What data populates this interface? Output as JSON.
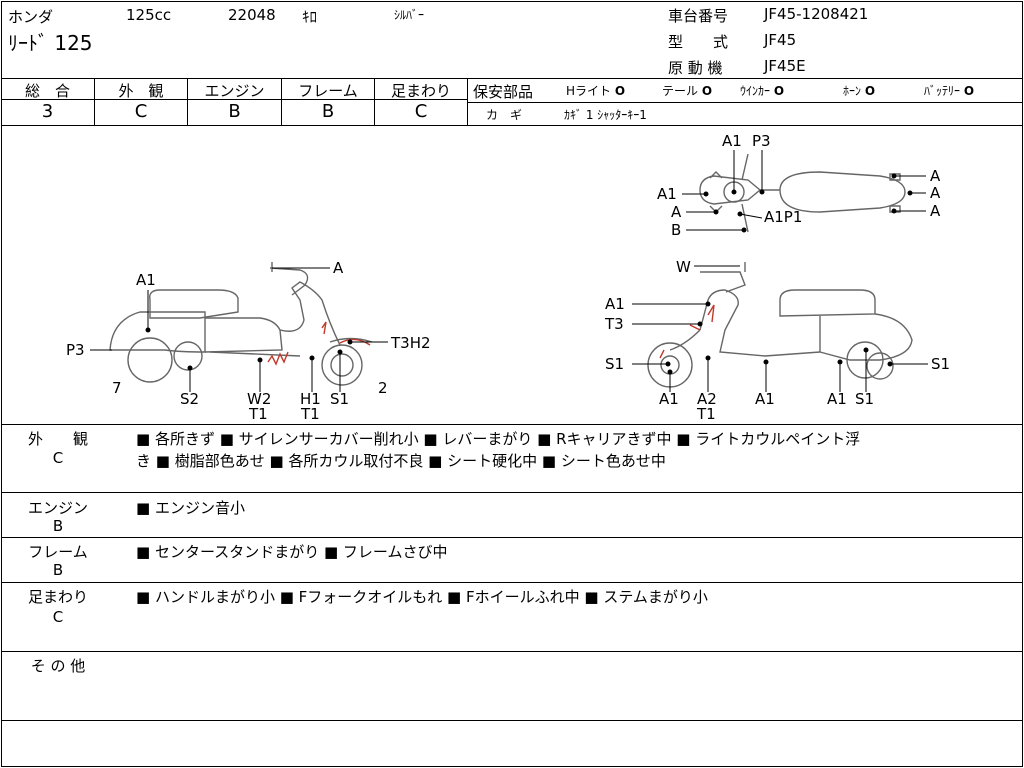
{
  "header": {
    "maker": "ホンダ",
    "displacement": "125cc",
    "mileage": "22048",
    "mileage_unit": "ｷﾛ",
    "color": "ｼﾙﾊﾞｰ",
    "model_name": "ﾘｰﾄﾞ 125",
    "frame_no_label": "車台番号",
    "frame_no": "JF45-1208421",
    "type_label": "型　　式",
    "type_value": "JF45",
    "engine_label": "原 動 機",
    "engine_value": "JF45E"
  },
  "scores": [
    {
      "label": "総　合",
      "value": "3"
    },
    {
      "label": "外　観",
      "value": "C"
    },
    {
      "label": "エンジン",
      "value": "B"
    },
    {
      "label": "フレーム",
      "value": "B"
    },
    {
      "label": "足まわり",
      "value": "C"
    }
  ],
  "safety": {
    "label": "保安部品",
    "items": [
      {
        "name": "Hライト",
        "mark": "O"
      },
      {
        "name": "テール",
        "mark": "O"
      },
      {
        "name": "ｳｲﾝｶｰ",
        "mark": "O"
      },
      {
        "name": "ﾎｰﾝ",
        "mark": "O"
      },
      {
        "name": "ﾊﾞｯﾃﾘｰ",
        "mark": "O"
      }
    ],
    "key_label": "カ　ギ",
    "key_value": "ｶｷﾞ 1 ｼｬｯﾀｰｷｰ1"
  },
  "diagram": {
    "left": {
      "labels": [
        "A",
        "A1",
        "P3",
        "7",
        "S2",
        "W2",
        "T1",
        "H1",
        "T1",
        "S1",
        "2",
        "T3H2"
      ]
    },
    "right": {
      "labels": [
        "W",
        "A1",
        "T3",
        "S1",
        "A1",
        "A2",
        "T1",
        "A1",
        "A1",
        "S1",
        "S1"
      ]
    },
    "top": {
      "labels": [
        "A1",
        "P3",
        "A1",
        "A",
        "B",
        "A1P1",
        "A",
        "A",
        "A"
      ]
    }
  },
  "remarks": [
    {
      "category": "外　　観",
      "grade": "C",
      "line1": "■ 各所きず ■ サイレンサーカバー削れ小 ■ レバーまがり ■ Rキャリアきず中 ■ ライトカウルペイント浮",
      "line2": "き ■ 樹脂部色あせ ■ 各所カウル取付不良 ■ シート硬化中 ■ シート色あせ中"
    },
    {
      "category": "エンジン",
      "grade": "B",
      "line1": "■ エンジン音小",
      "line2": ""
    },
    {
      "category": "フレーム",
      "grade": "B",
      "line1": "■ センタースタンドまがり ■ フレームさび中",
      "line2": ""
    },
    {
      "category": "足まわり",
      "grade": "C",
      "line1": "■ ハンドルまがり小 ■ Fフォークオイルもれ ■ Fホイールふれ中 ■ ステムまがり小",
      "line2": ""
    },
    {
      "category": "そ の 他",
      "grade": "",
      "line1": "",
      "line2": ""
    }
  ]
}
